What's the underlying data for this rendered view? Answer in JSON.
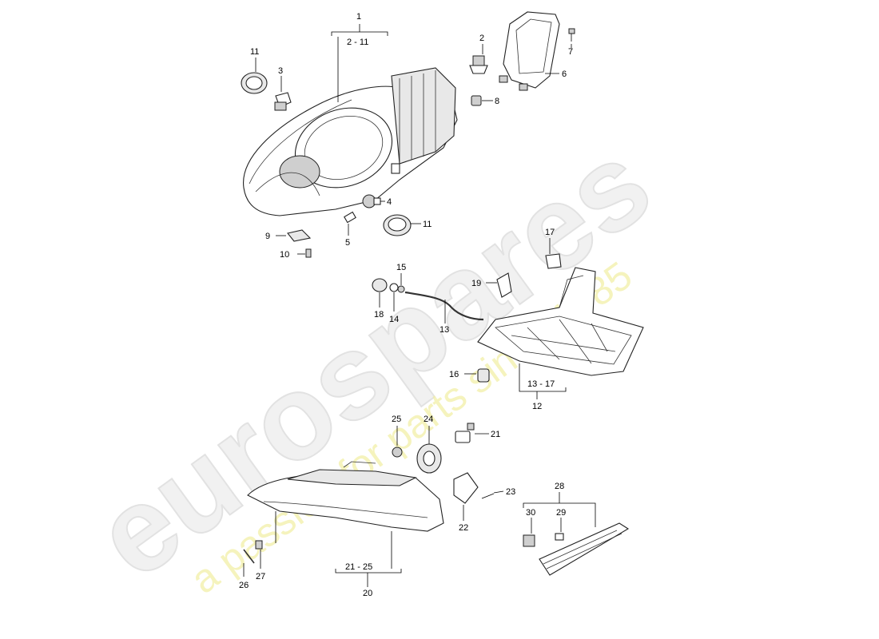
{
  "watermark": {
    "logo_text": "eurospares",
    "tagline": "a passion for parts since 1985"
  },
  "callouts": {
    "c1": "1",
    "c2_11": "2 - 11",
    "c2": "2",
    "c3": "3",
    "c4": "4",
    "c5": "5",
    "c6": "6",
    "c7": "7",
    "c8": "8",
    "c9": "9",
    "c10": "10",
    "c11a": "11",
    "c11b": "11",
    "c12": "12",
    "c13": "13",
    "c13_17": "13 - 17",
    "c14": "14",
    "c15": "15",
    "c16": "16",
    "c17": "17",
    "c18": "18",
    "c19": "19",
    "c20": "20",
    "c21": "21",
    "c21_25": "21 - 25",
    "c22": "22",
    "c23": "23",
    "c24": "24",
    "c25": "25",
    "c26": "26",
    "c27": "27",
    "c28": "28",
    "c29": "29",
    "c30": "30"
  }
}
